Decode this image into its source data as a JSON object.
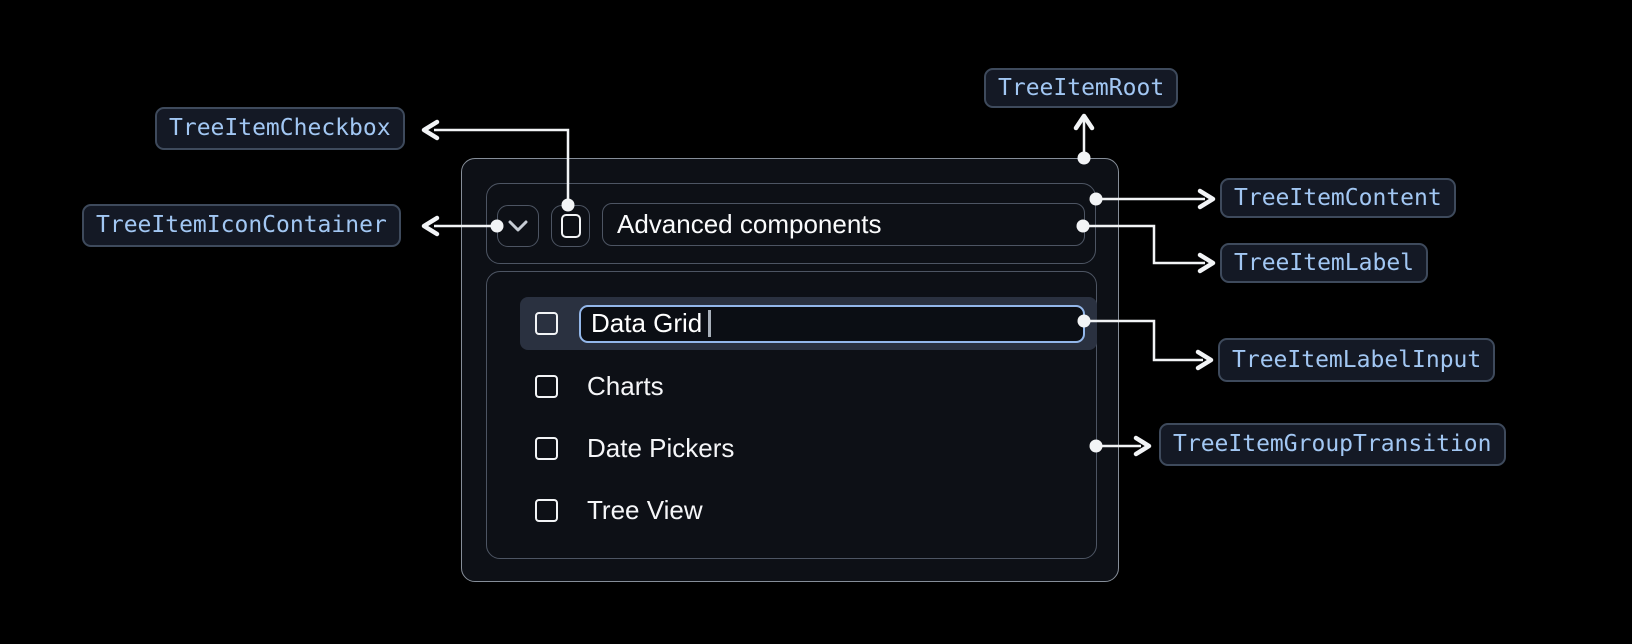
{
  "badges": {
    "root": "TreeItemRoot",
    "checkbox": "TreeItemCheckbox",
    "icon_container": "TreeItemIconContainer",
    "content": "TreeItemContent",
    "label": "TreeItemLabel",
    "label_input": "TreeItemLabelInput",
    "group_transition": "TreeItemGroupTransition"
  },
  "tree": {
    "parent": {
      "label": "Advanced components",
      "expanded": true,
      "checked": false
    },
    "children": [
      {
        "label": "Data Grid",
        "state": "editing",
        "checked": false
      },
      {
        "label": "Charts",
        "checked": false
      },
      {
        "label": "Date Pickers",
        "checked": false
      },
      {
        "label": "Tree View",
        "checked": false
      }
    ]
  },
  "colors": {
    "page_bg": "#000000",
    "card_bg": "#0d1016",
    "card_border": "#868e99",
    "inner_border": "#4d5563",
    "row_highlight_bg": "#2a3140",
    "input_border": "#93b7ea",
    "input_bg": "#0b0e14",
    "badge_bg": "#141925",
    "badge_border": "#3e4a5c",
    "badge_text": "#a2c7f3",
    "arrow": "#f2f4f6",
    "text": "#fafbfc"
  }
}
